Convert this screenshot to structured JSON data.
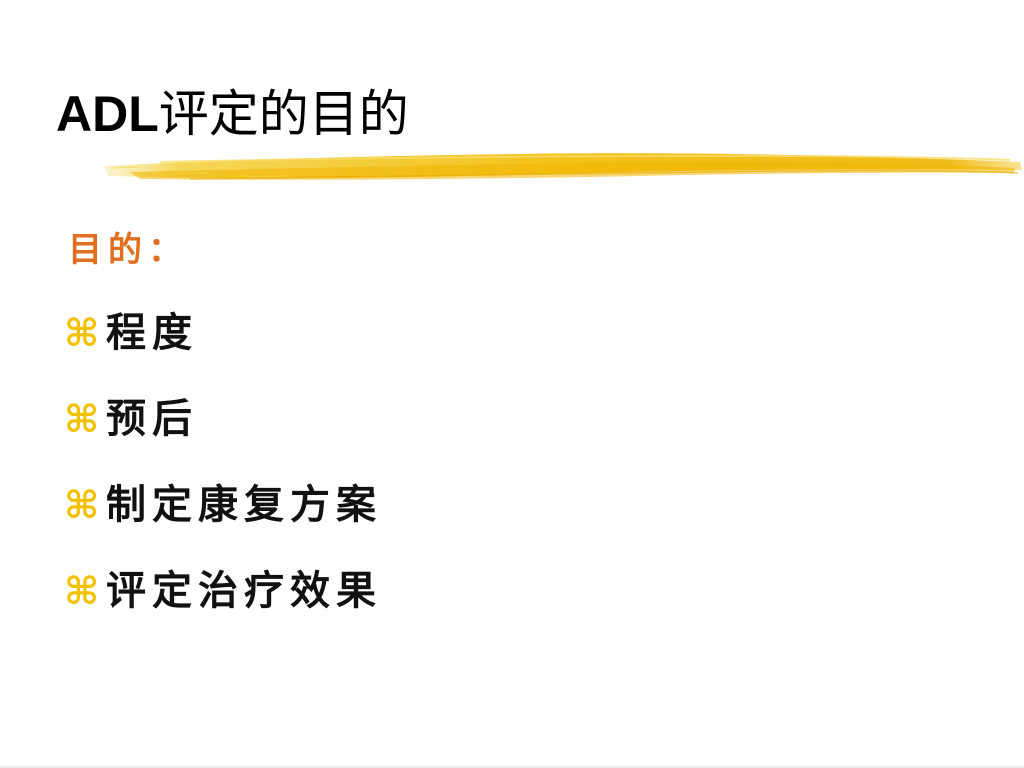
{
  "slide": {
    "title_latin": "ADL",
    "title_cjk": "评定的目的",
    "subheading": "目的：",
    "bullets": [
      {
        "icon": "command-icon",
        "text": "程度"
      },
      {
        "icon": "command-icon",
        "text": "预后"
      },
      {
        "icon": "command-icon",
        "text": "制定康复方案"
      },
      {
        "icon": "command-icon",
        "text": "评定治疗效果"
      }
    ]
  },
  "colors": {
    "title": "#000000",
    "subheading": "#e07020",
    "bullet_icon": "#f2c200",
    "brush_stroke": "#f3c21a",
    "bullet_text": "#111111"
  }
}
